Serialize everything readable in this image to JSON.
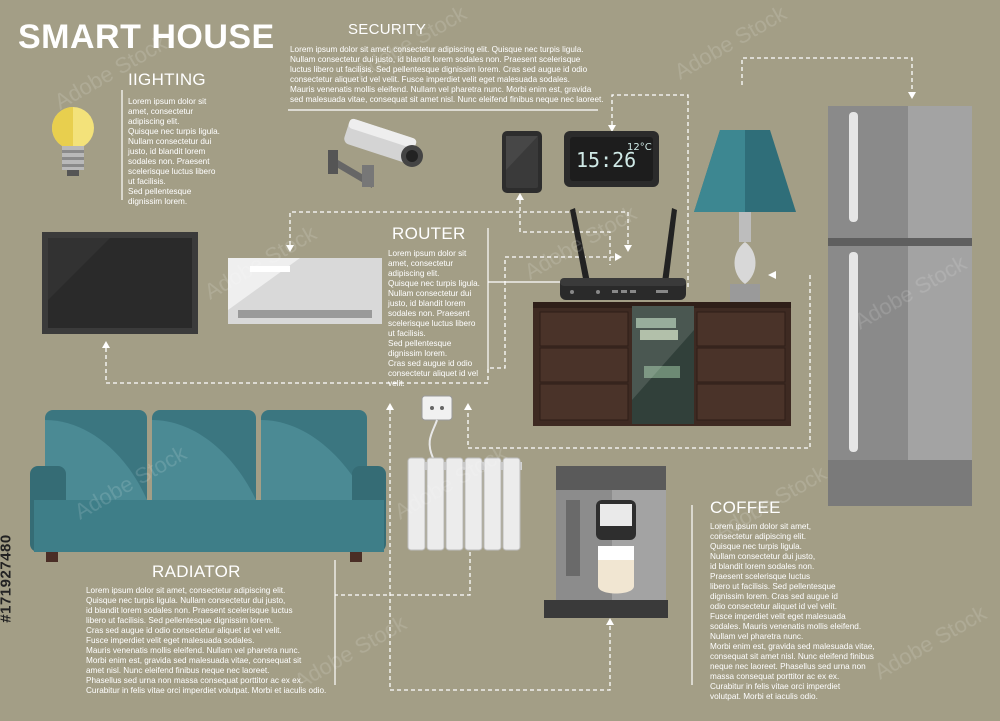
{
  "title": "SMART HOUSE",
  "sections": {
    "lighting": {
      "heading": "IIGHTING",
      "body": "Lorem ipsum dolor sit\namet, consectetur\nadipiscing elit.\nQuisque nec turpis ligula.\nNullam consectetur dui\njusto, id blandit lorem\nsodales non. Praesent\nscelerisque luctus libero\nut facilisis.\nSed pellentesque\ndignissim lorem."
    },
    "security": {
      "heading": "SECURITY",
      "body": "Lorem ipsum dolor sit amet, consectetur adipiscing elit. Quisque nec turpis ligula.\nNullam consectetur dui justo, id blandit lorem sodales non. Praesent scelerisque\nluctus libero ut facilisis. Sed pellentesque dignissim lorem. Cras sed augue id odio\nconsectetur aliquet id vel velit. Fusce imperdiet velit eget malesuada sodales.\nMauris venenatis mollis eleifend. Nullam vel pharetra nunc. Morbi enim est, gravida\nsed malesuada vitae, consequat sit amet nisl. Nunc eleifend finibus neque nec laoreet."
    },
    "router": {
      "heading": "ROUTER",
      "body": "Lorem ipsum dolor sit\namet, consectetur\nadipiscing elit.\nQuisque nec turpis ligula.\nNullam consectetur dui\njusto, id blandit lorem\nsodales non. Praesent\nscelerisque luctus libero\nut facilisis.\nSed pellentesque\ndignissim lorem.\nCras sed augue id odio\nconsectetur aliquet id vel\nvelit."
    },
    "radiator": {
      "heading": "RADIATOR",
      "body": "Lorem ipsum dolor sit amet, consectetur adipiscing elit.\nQuisque nec turpis ligula. Nullam consectetur dui justo,\nid blandit lorem sodales non. Praesent scelerisque luctus\nlibero ut facilisis. Sed pellentesque dignissim lorem.\nCras sed augue id odio consectetur aliquet id vel velit.\nFusce imperdiet velit eget malesuada sodales.\nMauris venenatis mollis eleifend. Nullam vel pharetra nunc.\nMorbi enim est, gravida sed malesuada vitae, consequat sit\namet nisl. Nunc eleifend finibus neque nec laoreet.\nPhasellus sed urna non massa consequat porttitor ac ex ex.\nCurabitur in felis vitae orci imperdiet volutpat. Morbi et iaculis odio."
    },
    "coffee": {
      "heading": "COFFEE",
      "body": "Lorem ipsum dolor sit amet,\nconsectetur adipiscing elit.\nQuisque nec turpis ligula.\nNullam consectetur dui justo,\nid blandit lorem sodales non.\nPraesent scelerisque luctus\nlibero ut facilisis. Sed pellentesque\ndignissim lorem. Cras sed augue id\nodio consectetur aliquet id vel velit.\nFusce imperdiet velit eget malesuada\nsodales. Mauris venenatis mollis eleifend.\nNullam vel pharetra nunc.\nMorbi enim est, gravida sed malesuada vitae,\nconsequat sit amet nisl. Nunc eleifend finibus\nneque nec laoreet. Phasellus sed urna non\nmassa consequat porttitor ac ex ex.\nCurabitur in felis vitae orci imperdiet\nvolutpat. Morbi et iaculis odio."
    }
  },
  "clock": {
    "time": "15:26",
    "temp": "12°C"
  },
  "stock_id": "#171927480",
  "watermark": "Adobe Stock",
  "colors": {
    "background": "#a39e86",
    "teal": "#3d7c87",
    "dark": "#2b2b2b",
    "wood": "#3e2a22"
  }
}
